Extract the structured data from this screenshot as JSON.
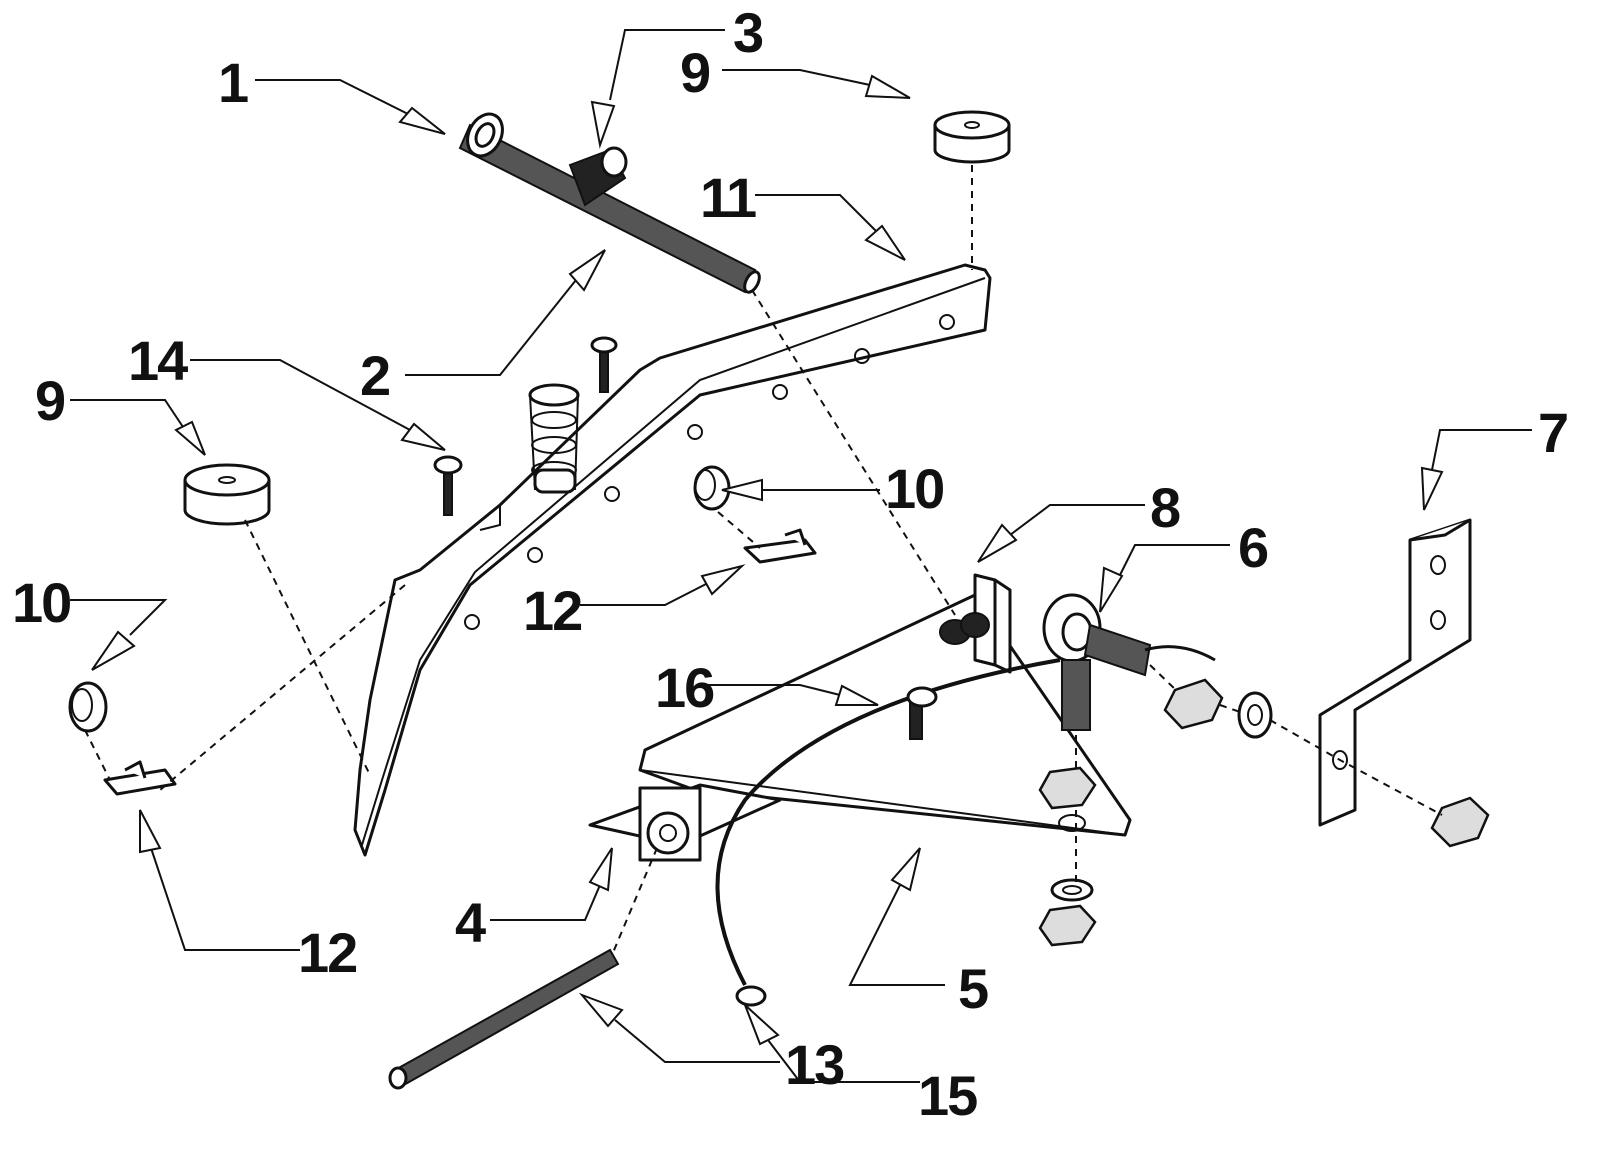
{
  "labels": {
    "l1": "1",
    "l2": "2",
    "l3": "3",
    "l4": "4",
    "l5": "5",
    "l6": "6",
    "l7": "7",
    "l8": "8",
    "l9a": "9",
    "l9b": "9",
    "l10a": "10",
    "l10b": "10",
    "l11": "11",
    "l12a": "12",
    "l12b": "12",
    "l13": "13",
    "l14": "14",
    "l15": "15",
    "l16": "16"
  }
}
